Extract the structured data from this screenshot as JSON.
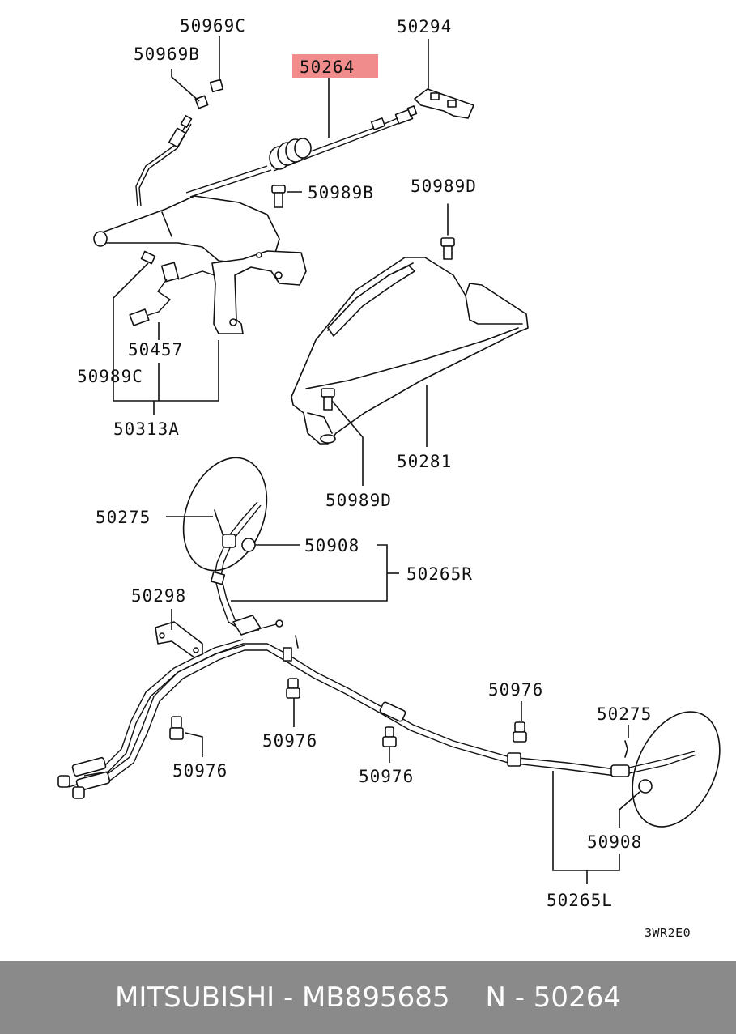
{
  "labels": {
    "p50969c": "50969C",
    "p50969b": "50969B",
    "p50264": "50264",
    "p50294": "50294",
    "p50989b": "50989B",
    "p50989d_top": "50989D",
    "p50457": "50457",
    "p50989c": "50989C",
    "p50313a": "50313A",
    "p50281": "50281",
    "p50989d_bottom": "50989D",
    "p50275_left": "50275",
    "p50908_left": "50908",
    "p50265r": "50265R",
    "p50298": "50298",
    "p50976_a": "50976",
    "p50976_b": "50976",
    "p50976_c": "50976",
    "p50976_d": "50976",
    "p50275_right": "50275",
    "p50908_right": "50908",
    "p50265l": "50265L",
    "diagram_code": "3WR2E0"
  },
  "highlight": {
    "part": "50264",
    "color": "#f08c8c"
  },
  "footer": {
    "brand_part": "MITSUBISHI - MB895685",
    "ref": "N - 50264",
    "background": "#8a8a8a"
  }
}
